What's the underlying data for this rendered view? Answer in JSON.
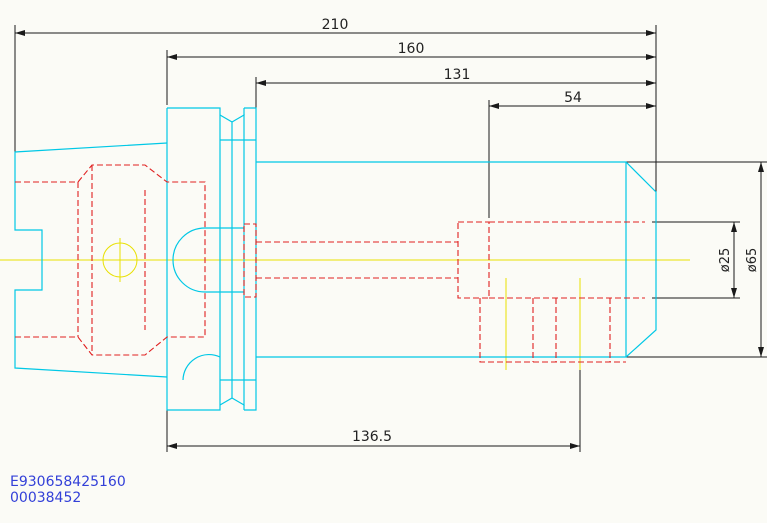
{
  "dimensions": {
    "overall_length": "210",
    "length_160": "160",
    "length_131": "131",
    "length_54": "54",
    "length_136_5": "136.5",
    "bore_diameter": "ø25",
    "outer_diameter": "ø65"
  },
  "caption": {
    "part_number": "E930658425160",
    "serial": "00038452"
  },
  "colors": {
    "outline": "#00c8e6",
    "hidden": "#e02020",
    "centerline": "#e8e000",
    "dimension": "#1a1a1a",
    "caption": "#3340d8"
  }
}
